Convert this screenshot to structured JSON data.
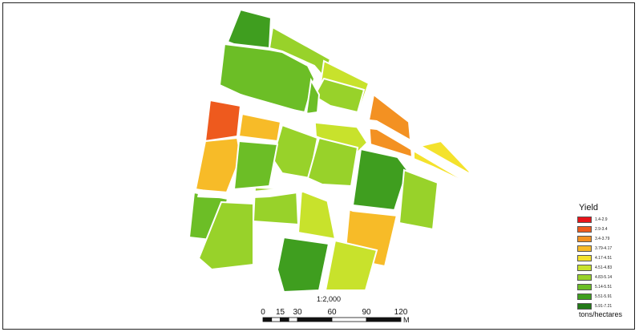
{
  "legend": {
    "title": "Yield",
    "units": "tons/hectares",
    "classes": [
      {
        "label": "1.4-2.9",
        "color": "#e8141a"
      },
      {
        "label": "2.9-3.4",
        "color": "#ee5a1e"
      },
      {
        "label": "3.4-3.79",
        "color": "#f39122"
      },
      {
        "label": "3.79-4.17",
        "color": "#f7bb28"
      },
      {
        "label": "4.17-4.51",
        "color": "#f4e22c"
      },
      {
        "label": "4.51-4.83",
        "color": "#c8e22c"
      },
      {
        "label": "4.83-5.14",
        "color": "#98d22a"
      },
      {
        "label": "5.14-5.51",
        "color": "#6cbe26"
      },
      {
        "label": "5.51-5.91",
        "color": "#3f9e1f"
      },
      {
        "label": "5.91-7.21",
        "color": "#237a18"
      }
    ]
  },
  "scale": {
    "ratio": "1:2,000",
    "ticks": [
      "0",
      "15",
      "30",
      "60",
      "90",
      "120"
    ],
    "unit": "M"
  },
  "fields": [
    {
      "id": "f1",
      "class_index": 8
    },
    {
      "id": "f2",
      "class_index": 7
    },
    {
      "id": "f3",
      "class_index": 6
    },
    {
      "id": "f4",
      "class_index": 5
    },
    {
      "id": "f5",
      "class_index": 1
    },
    {
      "id": "f6",
      "class_index": 3
    },
    {
      "id": "f7",
      "class_index": 6
    },
    {
      "id": "f8",
      "class_index": 7
    },
    {
      "id": "f9",
      "class_index": 2
    },
    {
      "id": "f10",
      "class_index": 5
    },
    {
      "id": "f11",
      "class_index": 6
    },
    {
      "id": "f12",
      "class_index": 3
    },
    {
      "id": "f13",
      "class_index": 7
    },
    {
      "id": "f14",
      "class_index": 6
    },
    {
      "id": "f15",
      "class_index": 8
    },
    {
      "id": "f16",
      "class_index": 4
    },
    {
      "id": "f17",
      "class_index": 6
    },
    {
      "id": "f18",
      "class_index": 7
    },
    {
      "id": "f19",
      "class_index": 3
    },
    {
      "id": "f20",
      "class_index": 6
    },
    {
      "id": "f21",
      "class_index": 5
    },
    {
      "id": "f22",
      "class_index": 8
    },
    {
      "id": "f23",
      "class_index": 6
    },
    {
      "id": "f24",
      "class_index": 5
    }
  ]
}
